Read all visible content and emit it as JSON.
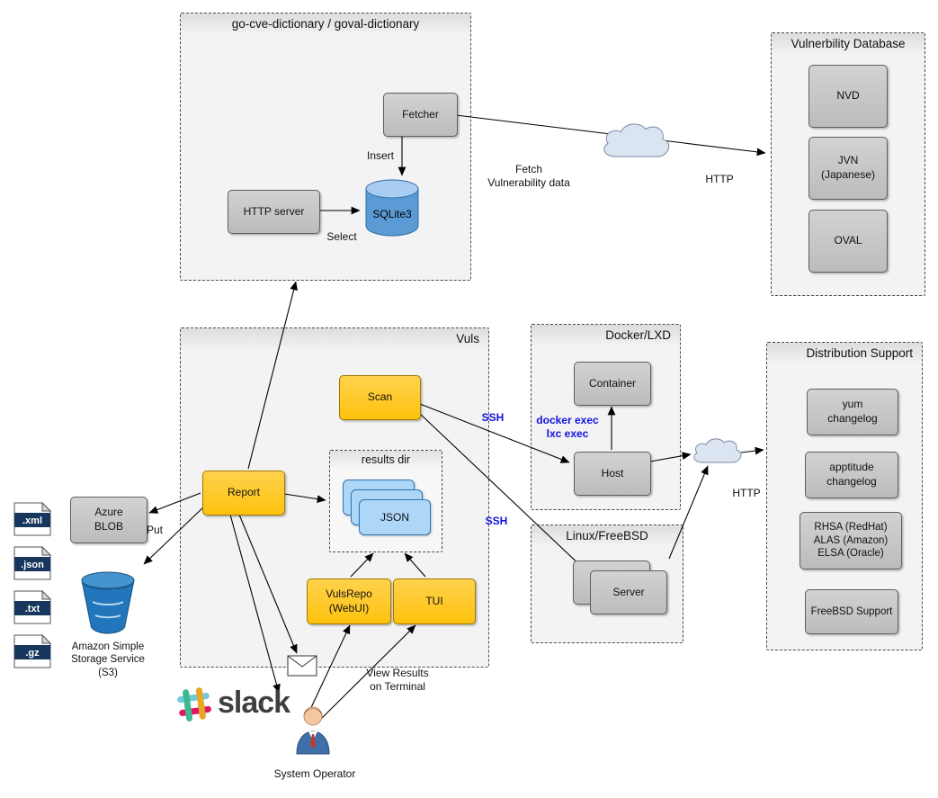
{
  "diagram": {
    "dictionary": {
      "title": "go-cve-dictionary / goval-dictionary",
      "fetcher": "Fetcher",
      "http_server": "HTTP server",
      "sqlite": "SQLite3",
      "insert_label": "Insert",
      "select_label": "Select"
    },
    "vulndb": {
      "title": "Vulnerbility Database",
      "items": [
        "NVD",
        "JVN\n(Japanese)",
        "OVAL"
      ]
    },
    "vuls": {
      "title": "Vuls",
      "scan": "Scan",
      "report": "Report",
      "results_dir": "results dir",
      "json": "JSON",
      "vulsrepo": "VulsRepo\n(WebUI)",
      "tui": "TUI"
    },
    "docker": {
      "title": "Docker/LXD",
      "container": "Container",
      "host": "Host"
    },
    "linux": {
      "title": "Linux/FreeBSD",
      "server": "Server"
    },
    "dist": {
      "title": "Distribution Support",
      "items": [
        "yum\nchangelog",
        "apptitude\nchangelog",
        "RHSA (RedHat)\nALAS (Amazon)\nELSA (Oracle)",
        "FreeBSD Support"
      ]
    },
    "storage": {
      "azure": "Azure\nBLOB",
      "s3_caption": "Amazon Simple\nStorage Service\n(S3)",
      "files": [
        ".xml",
        ".json",
        ".txt",
        ".gz"
      ]
    },
    "labels": {
      "fetch": "Fetch\nVulnerability data",
      "http_top": "HTTP",
      "http_right": "HTTP",
      "ssh_docker": "SSH",
      "ssh_linux": "SSH",
      "exec": "docker exec\nlxc exec",
      "put": "Put",
      "view_results": "View Results\non Terminal"
    },
    "bottom": {
      "slack": "slack",
      "operator": "System Operator"
    },
    "colors": {
      "node_gray": "#c6c6c6",
      "node_yellow": "#fdc20e",
      "json_card_blue": "#aed6f7",
      "sqlite_blue": "#5b9bd5",
      "s3_blue": "#2276bc",
      "ssh_text_blue": "#1212e0",
      "container_bg": "#f3f3f3"
    }
  }
}
